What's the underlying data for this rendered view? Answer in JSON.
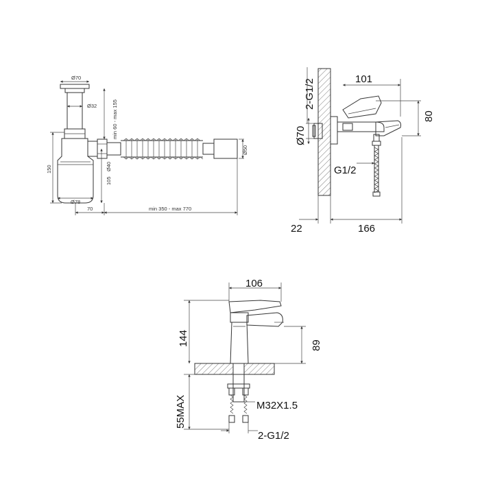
{
  "siphon": {
    "d_top": "Ø70",
    "d_pipe": "Ø32",
    "height_adj": "min 60 - max 155",
    "height": "150",
    "d_outlet_inner": "Ø40",
    "outlet_height": "105",
    "d_bottom": "Ø78",
    "offset": "70",
    "length_adj": "min 350 - max 770",
    "d_end": "Ø50"
  },
  "bath_mixer": {
    "connection": "2-G1/2",
    "flange": "Ø70",
    "depth": "101",
    "height": "80",
    "hose": "G1/2",
    "wall": "22",
    "reach": "166"
  },
  "basin_mixer": {
    "depth": "106",
    "height": "144",
    "spout_height": "89",
    "thickness": "55MAX",
    "thread": "M32X1.5",
    "connection": "2-G1/2"
  }
}
